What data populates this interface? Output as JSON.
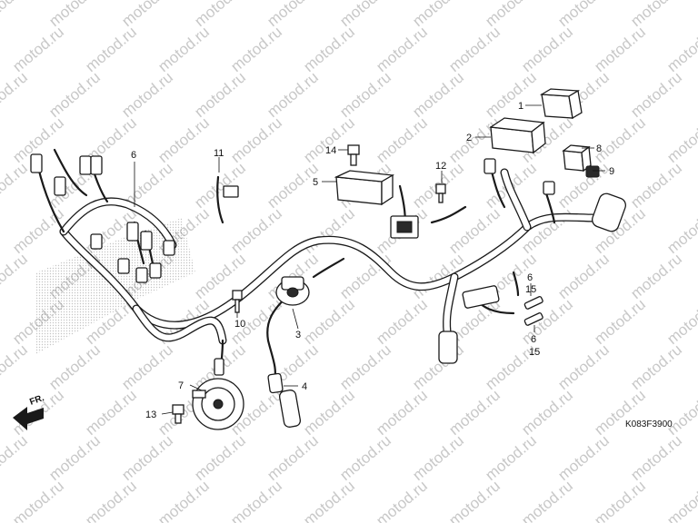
{
  "watermark": "motod.ru",
  "diagram_code": "K083F3900",
  "direction_label": "FR.",
  "callouts": {
    "c1": "1",
    "c2": "2",
    "c3": "3",
    "c4": "4",
    "c5": "5",
    "c6": "6",
    "c6b": "6",
    "c6c": "6",
    "c7": "7",
    "c8": "8",
    "c9": "9",
    "c10": "10",
    "c11": "11",
    "c12": "12",
    "c13": "13",
    "c14": "14",
    "c15a": "15",
    "c15b": "15"
  }
}
